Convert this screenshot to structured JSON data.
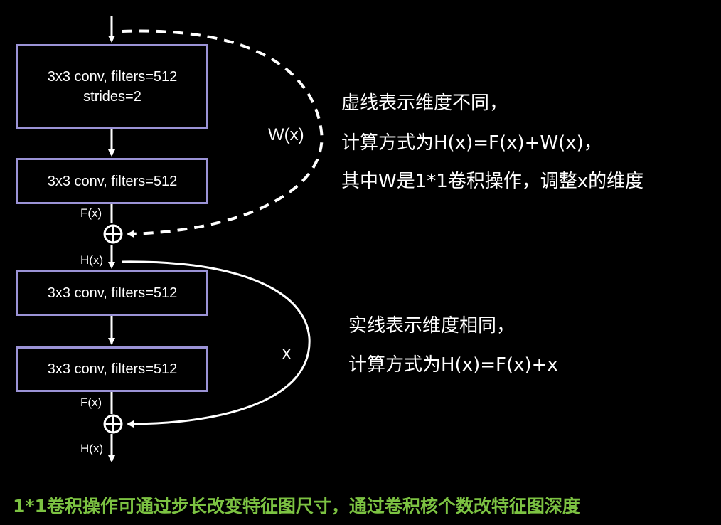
{
  "blocks": [
    {
      "line1": "3x3 conv, filters=512",
      "line2": "strides=2"
    },
    {
      "line1": "3x3 conv, filters=512"
    },
    {
      "line1": "3x3 conv, filters=512"
    },
    {
      "line1": "3x3 conv, filters=512"
    }
  ],
  "labels": {
    "fx_1": "F(x)",
    "hx_1": "H(x)",
    "fx_2": "F(x)",
    "hx_2": "H(x)",
    "wx": "W(x)",
    "x": "x"
  },
  "notes": {
    "dashed_line1": "虚线表示维度不同，",
    "dashed_line2": "计算方式为H(x)=F(x)+W(x)，",
    "dashed_line3": "其中W是1*1卷积操作，调整x的维度",
    "solid_line1": "实线表示维度相同，",
    "solid_line2": "计算方式为H(x)=F(x)+x"
  },
  "footer": "1*1卷积操作可通过步长改变特征图尺寸，通过卷积核个数改特征图深度",
  "colors": {
    "background": "#000000",
    "box_border": "#9b93d6",
    "footer_text": "#7cc242",
    "line": "#ffffff"
  }
}
